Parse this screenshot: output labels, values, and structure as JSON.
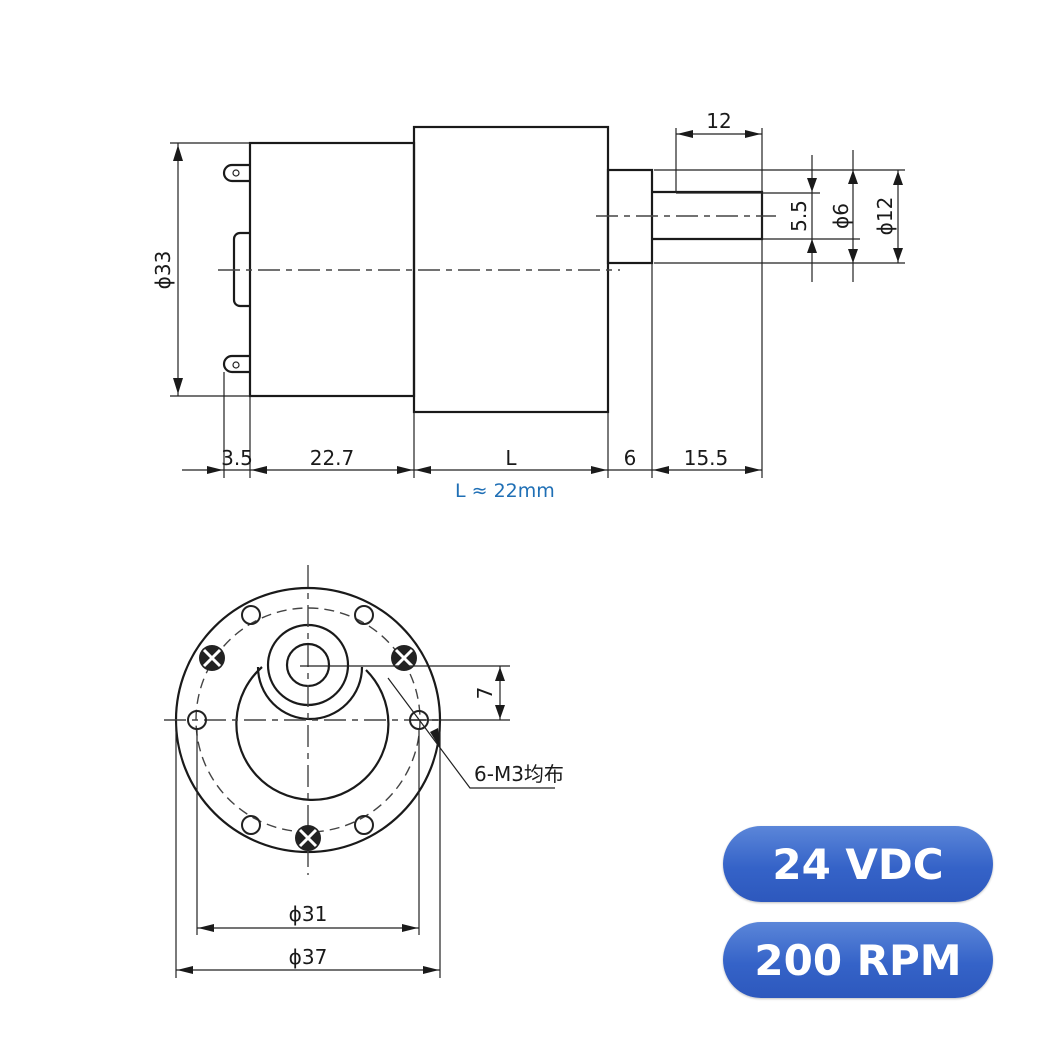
{
  "side_view": {
    "dims": {
      "body_diameter": "ϕ33",
      "shaft_flat_length": "12",
      "flat_height": "5.5",
      "shaft_diameter": "ϕ6",
      "boss_diameter": "ϕ12",
      "terminal_offset": "3.5",
      "motor_length": "22.7",
      "gearbox_length": "L",
      "boss_length": "6",
      "shaft_length": "15.5"
    },
    "note": "L ≈ 22mm"
  },
  "front_view": {
    "dims": {
      "shaft_offset": "7",
      "hole_pcd": "ϕ31",
      "outer_diameter": "ϕ37"
    },
    "callout": "6-M3均布"
  },
  "badges": {
    "voltage": "24 VDC",
    "speed": "200 RPM"
  },
  "colors": {
    "note": "#1f6fb5",
    "badge": "#3563c8"
  }
}
